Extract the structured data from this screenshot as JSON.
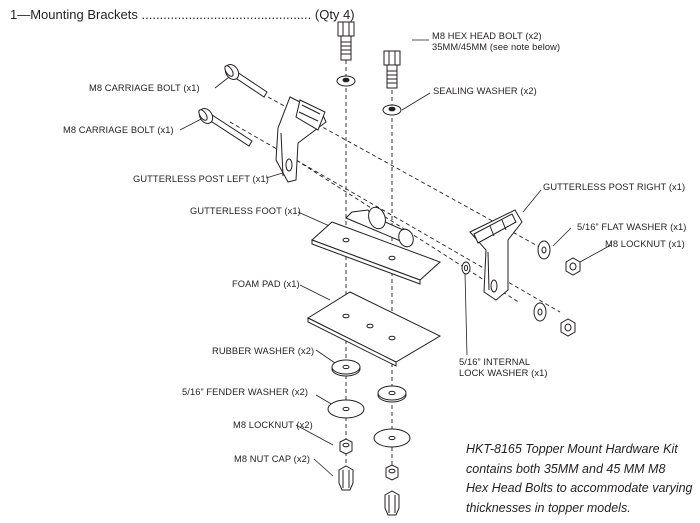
{
  "header": "1—Mounting Brackets ............................................... (Qty 4)",
  "labels": {
    "m8_hex_head_bolt": "M8 HEX HEAD BOLT (x2)",
    "bolt_size_note": "35MM/45MM (see note below)",
    "sealing_washer": "SEALING WASHER (x2)",
    "m8_carriage_bolt_1": "M8 CARRIAGE BOLT (x1)",
    "m8_carriage_bolt_2": "M8 CARRIAGE BOLT (x1)",
    "gutterless_post_left": "GUTTERLESS POST LEFT (x1)",
    "gutterless_post_right": "GUTTERLESS POST RIGHT (x1)",
    "gutterless_foot": "GUTTERLESS FOOT (x1)",
    "flat_washer": "5/16” FLAT WASHER (x1)",
    "m8_locknut_right": "M8 LOCKNUT (x1)",
    "foam_pad": "FOAM PAD (x1)",
    "internal_lock_washer_1": "5/16” INTERNAL",
    "internal_lock_washer_2": "LOCK WASHER (x1)",
    "rubber_washer": "RUBBER WASHER (x2)",
    "fender_washer": "5/16” FENDER WASHER (x2)",
    "m8_locknut_left": "M8 LOCKNUT (x2)",
    "m8_nut_cap": "M8 NUT CAP (x2)"
  },
  "note": {
    "line1": "HKT-8165 Topper Mount Hardware Kit",
    "line2": "contains both 35MM and 45 MM M8",
    "line3": "Hex Head Bolts to accommodate varying",
    "line4": "thicknesses in topper models."
  }
}
